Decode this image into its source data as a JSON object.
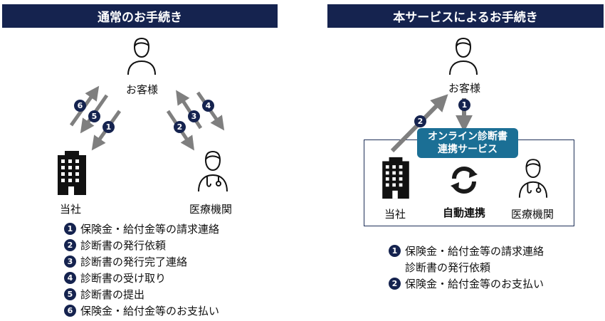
{
  "left_panel": {
    "title": "通常のお手続き",
    "customer_label": "お客様",
    "company_label": "当社",
    "hospital_label": "医療機関",
    "arrow_badges": [
      "6",
      "5",
      "1",
      "2",
      "3",
      "4"
    ],
    "steps": [
      {
        "num": "1",
        "text": "保険金・給付金等の請求連絡"
      },
      {
        "num": "2",
        "text": "診断書の発行依頼"
      },
      {
        "num": "3",
        "text": "診断書の発行完了連絡"
      },
      {
        "num": "4",
        "text": "診断書の受け取り"
      },
      {
        "num": "5",
        "text": "診断書の提出"
      },
      {
        "num": "6",
        "text": "保険金・給付金等のお支払い"
      }
    ]
  },
  "right_panel": {
    "title": "本サービスによるお手続き",
    "customer_label": "お客様",
    "company_label": "当社",
    "hospital_label": "医療機関",
    "service_line1": "オンライン診断書",
    "service_line2": "連携サービス",
    "auto_label": "自動連携",
    "arrow_badges": [
      "1",
      "2"
    ],
    "steps": [
      {
        "num": "1",
        "text": "保険金・給付金等の請求連絡"
      },
      {
        "num": "",
        "text": "診断書の発行依頼"
      },
      {
        "num": "2",
        "text": "保険金・給付金等のお支払い"
      }
    ]
  },
  "colors": {
    "navy": "#15234f",
    "teal": "#1b6f95",
    "arrow_gray": "#7f7f7f",
    "sync_icon": "#1a1a1a"
  },
  "icons": [
    "person-icon",
    "doctor-icon",
    "building-icon",
    "sync-icon"
  ]
}
